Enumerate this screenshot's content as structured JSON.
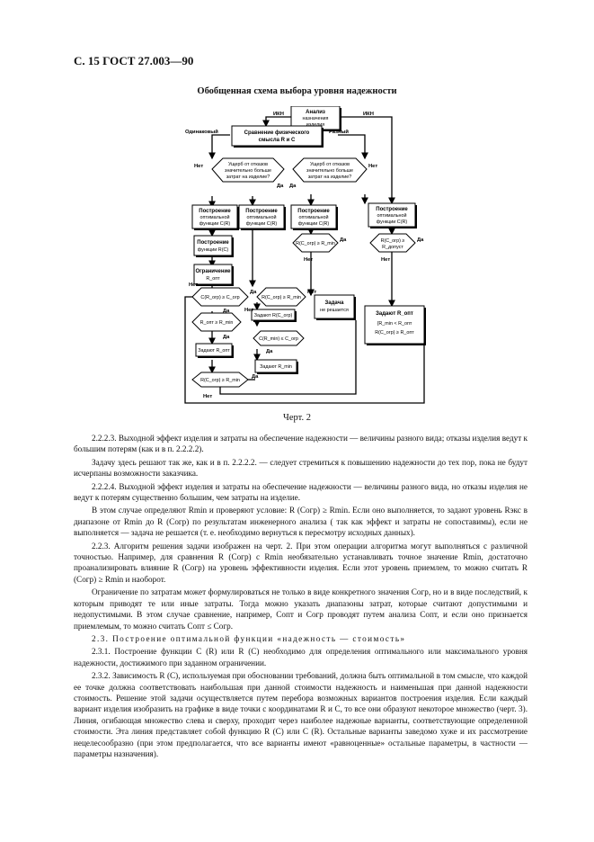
{
  "header": {
    "page_ref": "С. 15 ГОСТ 27.003—90"
  },
  "figure": {
    "title": "Обобщенная схема выбора уровня надежности",
    "caption": "Черт. 2",
    "nodes": {
      "analysis": [
        "Анализ",
        "назначения",
        "изделия"
      ],
      "compare": [
        "Сравнение физического",
        "смысла R и C"
      ],
      "damage_left": [
        "Ущерб от отказов",
        "значительно больше",
        "затрат на изделие?"
      ],
      "damage_right": [
        "Ущерб от отказов",
        "значительно больше",
        "затрат на изделие?"
      ],
      "build1": [
        "Построение",
        "оптимальной",
        "функции C(R)"
      ],
      "build2": [
        "Построение",
        "оптимальной",
        "функции C(R)"
      ],
      "build3": [
        "Построение",
        "оптимальной",
        "функции C(R)"
      ],
      "build4": [
        "Построение",
        "оптимальной",
        "функции C(R)"
      ],
      "func_rc": [
        "Построение",
        "функции R(C)"
      ],
      "limit": [
        "Ограничение",
        "R_опт"
      ],
      "cond_c": "C(R_огр) ≥ C_огр",
      "cond_r1": "R(C_огр) ≥ R_min",
      "cond_r2": "R(C_огр) ≥ R_min",
      "cond_r3": "R(C_огр) ≥",
      "cond_r3b": "R_допуст",
      "cond_ropt": "R_опт ≥ R_min",
      "set_ropt": "Задают R_опт",
      "set_rc": "Задают R(C_огр)",
      "cond_cmin": "C(R_min) ≤ C_огр",
      "set_rmin": "Задают R_min",
      "cond_rmin": "R(C_огр) ≥ R_min",
      "set_engineer": [
        "Задача",
        "не решается"
      ],
      "set_rmin2": [
        "Задают R_опт",
        "{R_min < R_опт",
        "R(C_огр) ≥ R_опт"
      ]
    },
    "labels": {
      "ikn_left": "ИКН",
      "ikn_right": "ИКН",
      "same": "Одинаковый",
      "different": "Разный",
      "no": "Нет",
      "yes": "Да"
    }
  },
  "paragraphs": [
    "2.2.2.3. Выходной эффект изделия и затраты на обеспечение надежности — величины разного вида; отказы изделия ведут к большим потерям (как и в п. 2.2.2.2).",
    "Задачу здесь решают так же, как и в п. 2.2.2.2. — следует стремиться к повышению надежности до тех пор, пока не будут исчерпаны возможности заказчика.",
    "2.2.2.4. Выходной эффект изделия и затраты на обеспечение надежности — величины разного вида, но отказы изделия не ведут к потерям существенно большим, чем затраты на изделие.",
    "В этом случае определяют Rmin и проверяют условие: R (Cогр) ≥ Rmin. Если оно выполняется, то задают уровень Rэкс в диапазоне от Rmin до R (Cогр) по результатам инженерного анализа ( так как эффект и затраты не сопоставимы), если не выполняется — задача не решается (т. е. необходимо вернуться к пересмотру исходных данных).",
    "2.2.3. Алгоритм решения задачи изображен на черт. 2. При этом операции алгоритма могут выполняться с различной точностью. Например, для сравнения R (Cогр) с Rmin необязательно устанавливать точное значение Rmin, достаточно проанализировать влияние R (Cогр) на уровень эффективности изделия. Если этот уровень приемлем, то можно считать R (Cогр) ≥ Rmin и наоборот.",
    "Ограничение по затратам может формулироваться не только в виде конкретного значения Cогр, но и в виде последствий, к которым приводят те или иные затраты. Тогда можно указать диапазоны затрат, которые считают допустимыми и недопустимыми. В этом случае сравнение, например, Cопт и Cогр проводят путем анализа Cопт, и если оно признается приемлемым, то можно считать Cопт ≤ Cогр.",
    "2.3. Построение оптимальной функции «надежность — стоимость»",
    "2.3.1. Построение функции C (R) или R (C) необходимо для определения оптимального или максимального уровня надежности, достижимого при заданном ограничении.",
    "2.3.2. Зависимость R (C), используемая при обосновании требований, должна быть оптимальной в том смысле, что каждой ее точке должна соответствовать наибольшая при данной стоимости надежность и наименьшая при данной надежности стоимость. Решение этой задачи осуществляется путем перебора возможных вариантов построения изделия. Если каждый вариант изделия изобразить на графике в виде точки с координатами R и C, то все они образуют некоторое множество (черт. 3). Линия, огибающая множество слева и сверху, проходит через наиболее надежные варианты, соответствующие определенной стоимости. Эта линия представляет собой функцию R (C) или C (R). Остальные варианты заведомо хуже и их рассмотрение нецелесообразно (при этом предполагается, что все варианты имеют «равноценные» остальные параметры, в частности — параметры назначения)."
  ]
}
